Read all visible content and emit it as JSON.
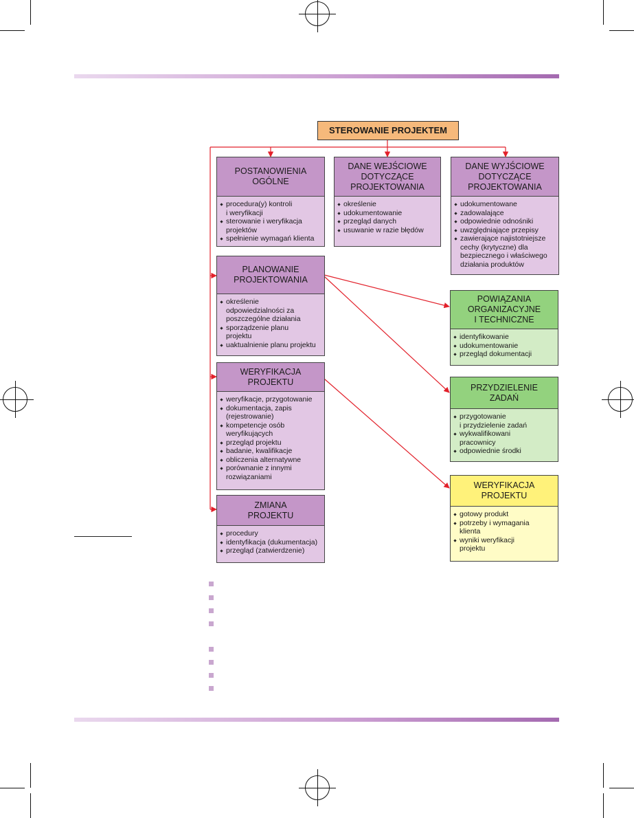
{
  "colors": {
    "accent_bar": "#c99bd0",
    "connector": "#e2202a",
    "title_fill": "#f6b97b",
    "purple_head": "#c496c8",
    "purple_body": "#e2c7e4",
    "green_head": "#93d27e",
    "green_body": "#d3ecc6",
    "yellow_head": "#fff27a",
    "yellow_body": "#fffcc6"
  },
  "diagram": {
    "root": "STEROWANIE PROJEKTEM",
    "nodes": [
      {
        "id": "postanowienia",
        "title": "POSTANOWIENIA\nOGÓLNE",
        "items": [
          "procedura(y) kontroli\ni weryfikacji",
          "sterowanie i weryfikacja\nprojektów",
          "spełnienie wymagań klienta"
        ]
      },
      {
        "id": "dane-wejsciowe",
        "title": "DANE WEJŚCIOWE\nDOTYCZĄCE\nPROJEKTOWANIA",
        "items": [
          "określenie",
          "udokumentowanie",
          "przegląd danych",
          "usuwanie w razie błędów"
        ]
      },
      {
        "id": "dane-wyjsciowe",
        "title": "DANE WYJŚCIOWE\nDOTYCZĄCE\nPROJEKTOWANIA",
        "items": [
          "udokumentowane",
          "zadowalające",
          "odpowiednie odnośniki",
          "uwzględniające przepisy",
          "zawierające najistotniejsze\ncechy (krytyczne) dla\nbezpiecznego i właściwego\ndziałania produktów"
        ]
      },
      {
        "id": "planowanie",
        "title": "PLANOWANIE\nPROJEKTOWANIA",
        "items": [
          "określenie\nodpowiedzialności za\nposzczególne działania",
          "sporządzenie planu\nprojektu",
          "uaktualnienie planu projektu"
        ]
      },
      {
        "id": "weryfikacja",
        "title": "WERYFIKACJA\nPROJEKTU",
        "items": [
          "weryfikacje, przygotowanie",
          "dokumentacja, zapis\n(rejestrowanie)",
          "kompetencje osób\nweryfikujących",
          "przegląd projektu",
          "badanie, kwalifikacje",
          "obliczenia alternatywne",
          "porównanie z innymi\nrozwiązaniami"
        ]
      },
      {
        "id": "zmiana",
        "title": "ZMIANA\nPROJEKTU",
        "items": [
          "procedury",
          "identyfikacja (dukumentacja)",
          "przegląd (zatwierdzenie)"
        ]
      },
      {
        "id": "powiazania",
        "title": "POWIĄZANIA\nORGANIZACYJNE\nI TECHNICZNE",
        "items": [
          "identyfikowanie",
          "udokumentowanie",
          "przegląd dokumentacji"
        ]
      },
      {
        "id": "przydzielenie",
        "title": "PRZYDZIELENIE\nZADAŃ",
        "items": [
          "przygotowanie\ni przydzielenie zadań",
          "wykwalifikowani\npracownicy",
          "odpowiednie środki"
        ]
      },
      {
        "id": "weryfikacja-2",
        "title": "WERYFIKACJA\nPROJEKTU",
        "items": [
          "gotowy produkt",
          "potrzeby i wymagania\nklienta",
          "wyniki weryfikacji\nprojektu"
        ]
      }
    ]
  }
}
